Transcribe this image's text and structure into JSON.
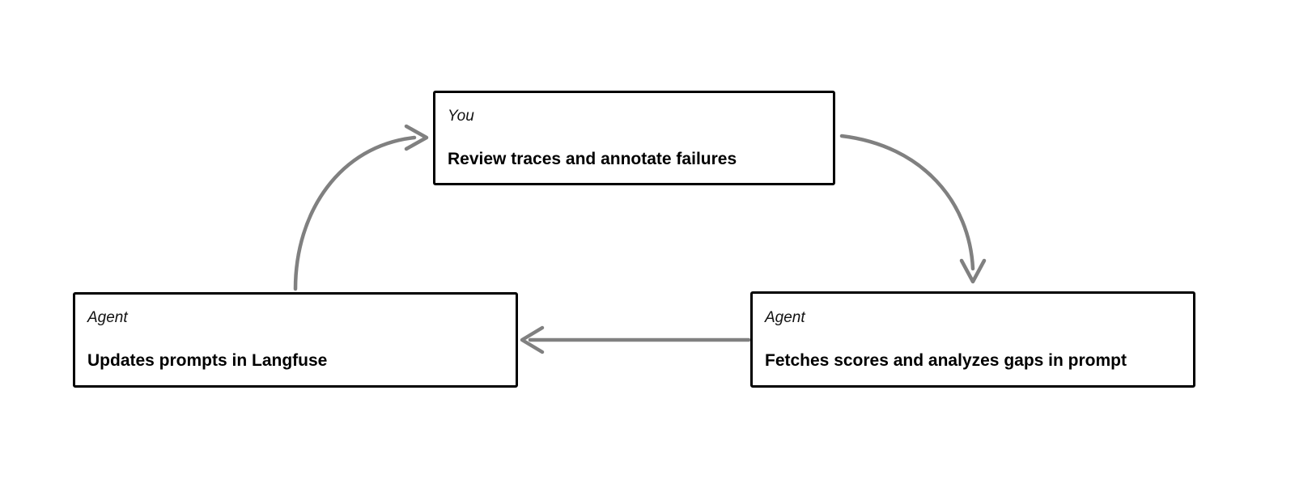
{
  "diagram": {
    "type": "cycle-flow",
    "background_color": "#ffffff",
    "node_border_color": "#000000",
    "edge_color": "#808080",
    "nodes": [
      {
        "id": "you-review",
        "role": "You",
        "title": "Review traces and annotate failures"
      },
      {
        "id": "agent-fetch",
        "role": "Agent",
        "title": "Fetches scores and analyzes gaps in prompt"
      },
      {
        "id": "agent-update",
        "role": "Agent",
        "title": "Updates prompts in Langfuse"
      }
    ],
    "edges": [
      {
        "id": "you-to-fetch",
        "from": "you-review",
        "to": "agent-fetch",
        "style": "curved",
        "label": ""
      },
      {
        "id": "fetch-to-update",
        "from": "agent-fetch",
        "to": "agent-update",
        "style": "straight",
        "label": ""
      },
      {
        "id": "update-to-you",
        "from": "agent-update",
        "to": "you-review",
        "style": "curved",
        "label": ""
      }
    ]
  }
}
